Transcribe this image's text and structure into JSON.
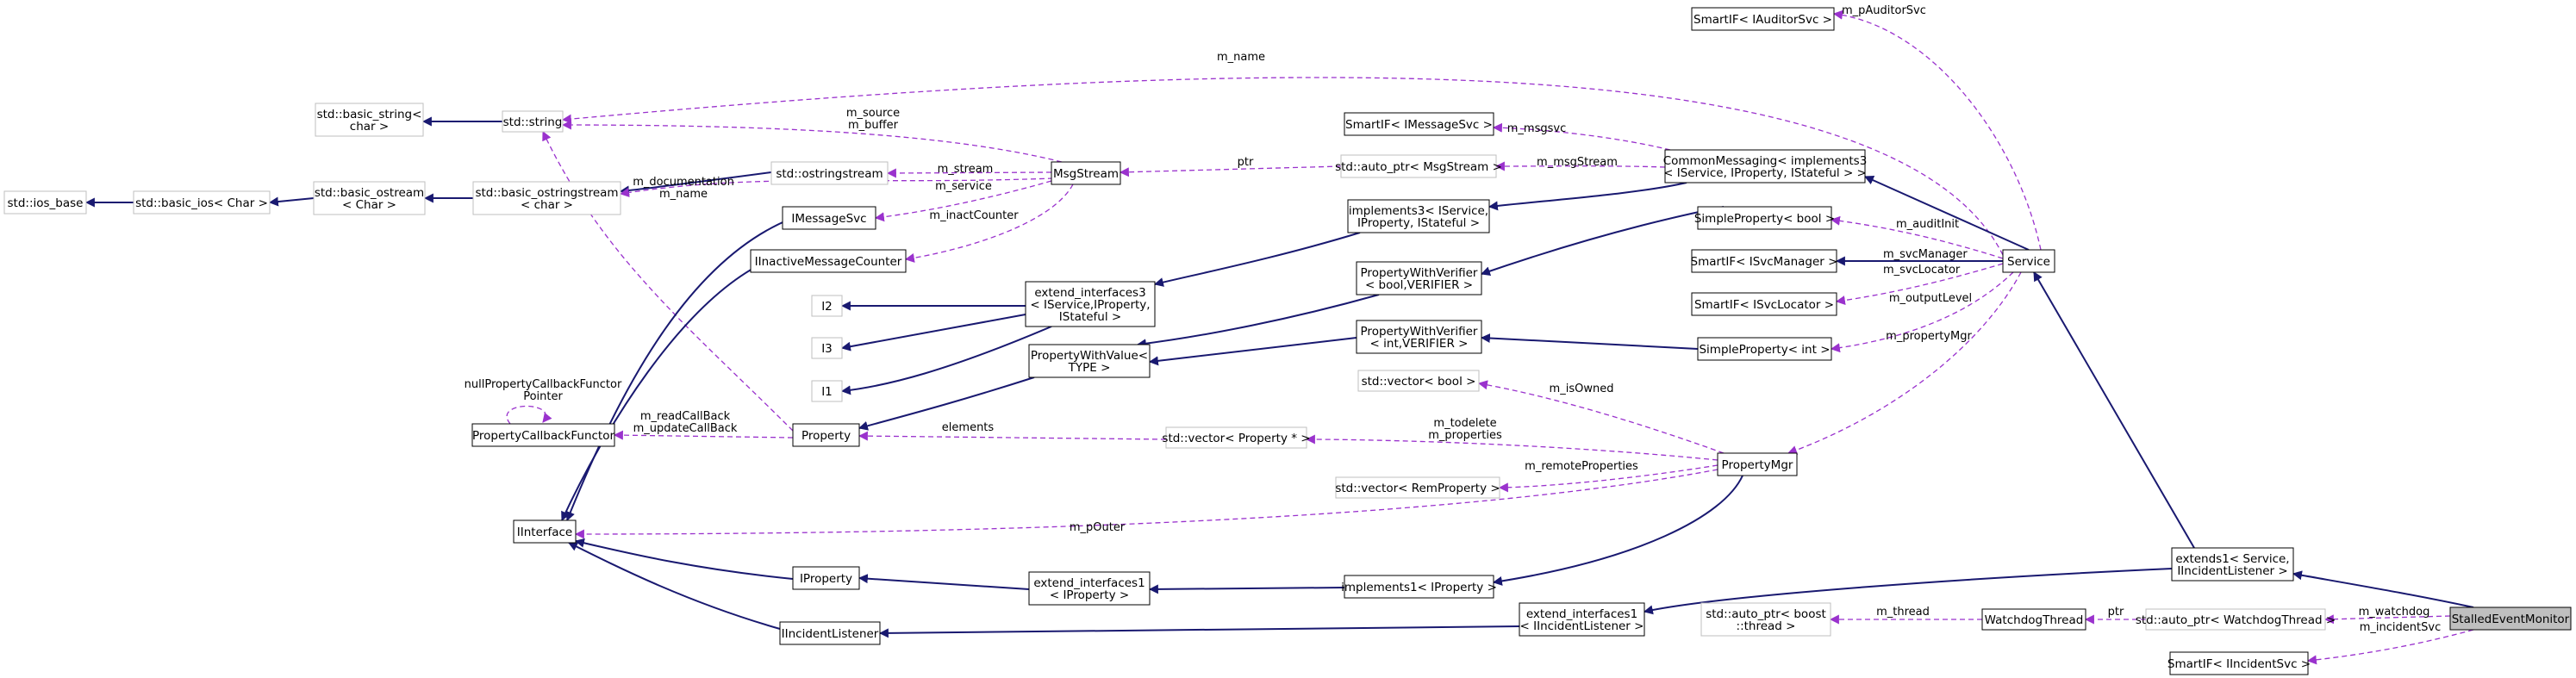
{
  "diagram": {
    "title": "StalledEventMonitor collaboration graph",
    "colors": {
      "inheritance": "#191970",
      "usage": "#9a32cd",
      "node_border_solid": "#000000",
      "node_border_gray": "#bfbfbf",
      "highlight_fill": "#bfbfbf",
      "node_fill": "#ffffff"
    },
    "nodes": [
      {
        "id": "SmartIF_IAuditorSvc",
        "lines": [
          "SmartIF< IAuditorSvc >"
        ]
      },
      {
        "id": "std_basic_string",
        "lines": [
          "std::basic_string<",
          "char >"
        ],
        "gray": true
      },
      {
        "id": "std_string",
        "lines": [
          "std::string"
        ],
        "gray": true
      },
      {
        "id": "SmartIF_IMessageSvc",
        "lines": [
          "SmartIF< IMessageSvc >"
        ]
      },
      {
        "id": "CommonMessaging",
        "lines": [
          "CommonMessaging< implements3",
          "< IService, IProperty, IStateful > >"
        ]
      },
      {
        "id": "std_ios_base",
        "lines": [
          "std::ios_base"
        ],
        "gray": true
      },
      {
        "id": "std_basic_ios",
        "lines": [
          "std::basic_ios< Char >"
        ],
        "gray": true
      },
      {
        "id": "std_basic_ostream",
        "lines": [
          "std::basic_ostream",
          "< Char >"
        ],
        "gray": true
      },
      {
        "id": "std_basic_ostringstream",
        "lines": [
          "std::basic_ostringstream",
          "< char >"
        ],
        "gray": true
      },
      {
        "id": "std_ostringstream",
        "lines": [
          "std::ostringstream"
        ],
        "gray": true
      },
      {
        "id": "MsgStream",
        "lines": [
          "MsgStream"
        ]
      },
      {
        "id": "auto_ptr_MsgStream",
        "lines": [
          "std::auto_ptr< MsgStream >"
        ],
        "gray": true
      },
      {
        "id": "IMessageSvc",
        "lines": [
          "IMessageSvc"
        ]
      },
      {
        "id": "IInactiveMessageCounter",
        "lines": [
          "IInactiveMessageCounter"
        ]
      },
      {
        "id": "implements3",
        "lines": [
          "implements3< IService,",
          "IProperty, IStateful >"
        ]
      },
      {
        "id": "SimpleProperty_bool",
        "lines": [
          "SimpleProperty< bool >"
        ]
      },
      {
        "id": "SmartIF_ISvcManager",
        "lines": [
          "SmartIF< ISvcManager >"
        ]
      },
      {
        "id": "Service",
        "lines": [
          "Service"
        ]
      },
      {
        "id": "PropertyWithVerifier_bool",
        "lines": [
          "PropertyWithVerifier",
          "< bool,VERIFIER >"
        ]
      },
      {
        "id": "SmartIF_ISvcLocator",
        "lines": [
          "SmartIF< ISvcLocator >"
        ]
      },
      {
        "id": "I2",
        "lines": [
          "I2"
        ],
        "gray": true
      },
      {
        "id": "extend_interfaces3",
        "lines": [
          "extend_interfaces3",
          "< IService,IProperty,",
          "IStateful >"
        ]
      },
      {
        "id": "I3",
        "lines": [
          "I3"
        ],
        "gray": true
      },
      {
        "id": "PropertyWithValue",
        "lines": [
          "PropertyWithValue<",
          "TYPE >"
        ]
      },
      {
        "id": "PropertyWithVerifier_int",
        "lines": [
          "PropertyWithVerifier",
          "< int,VERIFIER >"
        ]
      },
      {
        "id": "SimpleProperty_int",
        "lines": [
          "SimpleProperty< int >"
        ]
      },
      {
        "id": "I1",
        "lines": [
          "I1"
        ],
        "gray": true
      },
      {
        "id": "std_vector_bool",
        "lines": [
          "std::vector< bool >"
        ],
        "gray": true
      },
      {
        "id": "PropertyCallbackFunctor",
        "lines": [
          "PropertyCallbackFunctor"
        ]
      },
      {
        "id": "Property",
        "lines": [
          "Property"
        ]
      },
      {
        "id": "std_vector_Property",
        "lines": [
          "std::vector< Property * >"
        ],
        "gray": true
      },
      {
        "id": "PropertyMgr",
        "lines": [
          "PropertyMgr"
        ]
      },
      {
        "id": "std_vector_RemProperty",
        "lines": [
          "std::vector< RemProperty >"
        ],
        "gray": true
      },
      {
        "id": "IInterface",
        "lines": [
          "IInterface"
        ]
      },
      {
        "id": "extends1",
        "lines": [
          "extends1< Service,",
          "IIncidentListener >"
        ]
      },
      {
        "id": "IProperty",
        "lines": [
          "IProperty"
        ]
      },
      {
        "id": "extend_interfaces1_IProperty",
        "lines": [
          "extend_interfaces1",
          "< IProperty >"
        ]
      },
      {
        "id": "implements1_IProperty",
        "lines": [
          "implements1< IProperty >"
        ]
      },
      {
        "id": "extend_interfaces1_IIncidentListener",
        "lines": [
          "extend_interfaces1",
          "< IIncidentListener >"
        ]
      },
      {
        "id": "std_auto_ptr_boost_thread",
        "lines": [
          "std::auto_ptr< boost",
          "::thread >"
        ],
        "gray": true
      },
      {
        "id": "WatchdogThread",
        "lines": [
          "WatchdogThread"
        ]
      },
      {
        "id": "auto_ptr_WatchdogThread",
        "lines": [
          "std::auto_ptr< WatchdogThread >"
        ],
        "gray": true
      },
      {
        "id": "StalledEventMonitor",
        "lines": [
          "StalledEventMonitor"
        ],
        "highlight": true
      },
      {
        "id": "IIncidentListener",
        "lines": [
          "IIncidentListener"
        ]
      },
      {
        "id": "SmartIF_IIncidentSvc",
        "lines": [
          "SmartIF< IIncidentSvc >"
        ]
      }
    ],
    "edge_labels": [
      {
        "id": "pAuditorSvc",
        "lines": [
          "m_pAuditorSvc"
        ]
      },
      {
        "id": "name",
        "lines": [
          "m_name"
        ]
      },
      {
        "id": "source_buffer",
        "lines": [
          "m_source",
          "m_buffer"
        ]
      },
      {
        "id": "msgsvc",
        "lines": [
          "m_msgsvc"
        ]
      },
      {
        "id": "ptr_msg",
        "lines": [
          "ptr"
        ]
      },
      {
        "id": "msgStream",
        "lines": [
          "m_msgStream"
        ]
      },
      {
        "id": "stream",
        "lines": [
          "m_stream"
        ]
      },
      {
        "id": "doc_name",
        "lines": [
          "m_documentation",
          "m_name"
        ]
      },
      {
        "id": "service",
        "lines": [
          "m_service"
        ]
      },
      {
        "id": "inactCounter",
        "lines": [
          "m_inactCounter"
        ]
      },
      {
        "id": "auditInit",
        "lines": [
          "m_auditInit"
        ]
      },
      {
        "id": "svcManager",
        "lines": [
          "m_svcManager"
        ]
      },
      {
        "id": "svcLocator",
        "lines": [
          "m_svcLocator"
        ]
      },
      {
        "id": "outputLevel",
        "lines": [
          "m_outputLevel"
        ]
      },
      {
        "id": "propertyMgr",
        "lines": [
          "m_propertyMgr"
        ]
      },
      {
        "id": "isOwned",
        "lines": [
          "m_isOwned"
        ]
      },
      {
        "id": "nullProp",
        "lines": [
          "nullPropertyCallbackFunctor",
          "Pointer"
        ]
      },
      {
        "id": "readCallBack",
        "lines": [
          "m_readCallBack",
          "m_updateCallBack"
        ]
      },
      {
        "id": "elements",
        "lines": [
          "elements"
        ]
      },
      {
        "id": "todelete",
        "lines": [
          "m_todelete",
          "m_properties"
        ]
      },
      {
        "id": "remoteProperties",
        "lines": [
          "m_remoteProperties"
        ]
      },
      {
        "id": "pOuter",
        "lines": [
          "m_pOuter"
        ]
      },
      {
        "id": "thread",
        "lines": [
          "m_thread"
        ]
      },
      {
        "id": "ptr_wd",
        "lines": [
          "ptr"
        ]
      },
      {
        "id": "watchdog",
        "lines": [
          "m_watchdog"
        ]
      },
      {
        "id": "incidentSvc",
        "lines": [
          "m_incidentSvc"
        ]
      }
    ]
  }
}
